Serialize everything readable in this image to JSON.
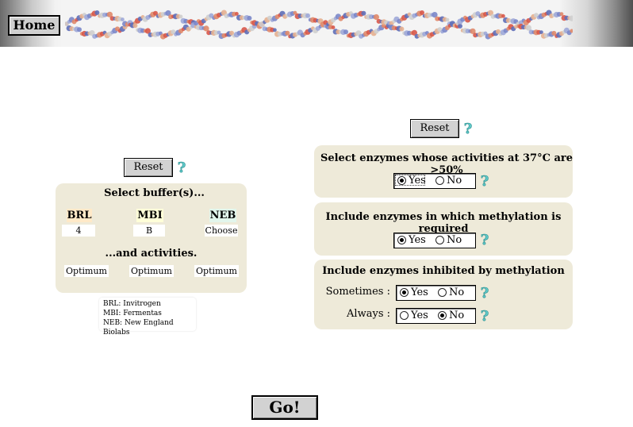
{
  "header": {
    "home_label": "Home"
  },
  "left": {
    "reset_label": "Reset",
    "title": "Select buffer(s)...",
    "suppliers": [
      {
        "name": "BRL",
        "value": "4",
        "activity": "Optimum",
        "color": "#ffe9c8"
      },
      {
        "name": "MBI",
        "value": "B",
        "activity": "Optimum",
        "color": "#ffffd8"
      },
      {
        "name": "NEB",
        "value": "Choose",
        "activity": "Optimum",
        "color": "#e2f6ec"
      }
    ],
    "activities_title": "...and activities.",
    "legend": [
      "BRL: Invitrogen",
      "MBI: Fermentas",
      "NEB: New England Biolabs"
    ]
  },
  "right": {
    "reset_label": "Reset",
    "q1": {
      "title": "Select enzymes whose activities at 37°C are >50%",
      "yes": "Yes",
      "no": "No",
      "selected": "Yes"
    },
    "q2": {
      "title": "Include enzymes in which methylation is required",
      "yes": "Yes",
      "no": "No",
      "selected": "Yes"
    },
    "q3": {
      "title": "Include enzymes inhibited by methylation",
      "rows": [
        {
          "label": "Sometimes :",
          "yes": "Yes",
          "no": "No",
          "selected": "Yes"
        },
        {
          "label": "Always :",
          "yes": "Yes",
          "no": "No",
          "selected": "No"
        }
      ]
    }
  },
  "go_label": "Go!",
  "colors": {
    "panel": "#eeead9",
    "button": "#d2d2d2",
    "help": "#5fc8c8"
  }
}
